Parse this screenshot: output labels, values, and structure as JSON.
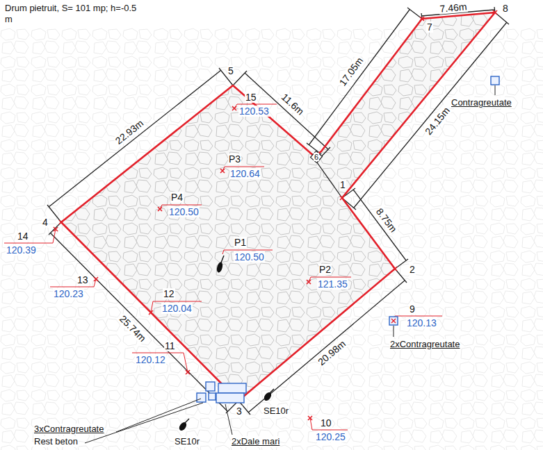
{
  "diagram": {
    "labels": [
      "Drum pietruit, S= 101 mp; h=-0.5 m",
      "7",
      "7.46m",
      "8",
      "5",
      "22.93m",
      "15",
      "120.53",
      "11.6m",
      "17.05m",
      "Contragreutate",
      "P3",
      "120.64",
      "6",
      "24.15m",
      "P4",
      "120.50",
      "1",
      "8.75m",
      "4",
      "14",
      "120.39",
      "P1",
      "120.50",
      "13",
      "120.23",
      "P2",
      "121.35",
      "2",
      "12",
      "120.04",
      "25.74m",
      "9",
      "120.13",
      "2xContragreutate",
      "20.98m",
      "11",
      "120.12",
      "3",
      "SE10r",
      "10",
      "3xContragreutate",
      "120.25",
      "Rest beton",
      "SE10r",
      "2xDale mari"
    ]
  }
}
